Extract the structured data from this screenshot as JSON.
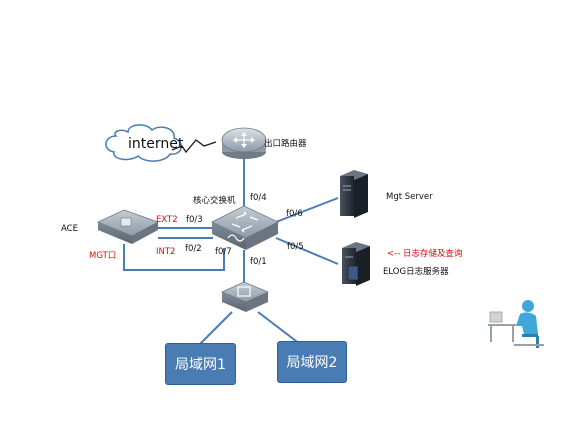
{
  "labels": {
    "internet": "internet",
    "exit_router": "出口路由器",
    "core_switch": "核心交换机",
    "ace": "ACE",
    "mgt_port": "MGT口",
    "ext2": "EXT2",
    "int2": "INT2",
    "f0_3": "f0/3",
    "f0_2": "f0/2",
    "f0_4": "f0/4",
    "f0_6": "f0/6",
    "f0_5": "f0/5",
    "f0_7": "f0/7",
    "f0_1": "f0/1",
    "mgt_server": "Mgt Server",
    "log_note": "<-- 日志存储及查询",
    "elog_server": "ELOG日志服务器",
    "lan1": "局域网1",
    "lan2": "局域网2"
  },
  "colors": {
    "link_blue": "#4a7cb4",
    "annotation_red": "#d01010",
    "device_gray": "#8e9aa6",
    "server_dark": "#2e3440",
    "user_blue": "#3fa7dc"
  }
}
